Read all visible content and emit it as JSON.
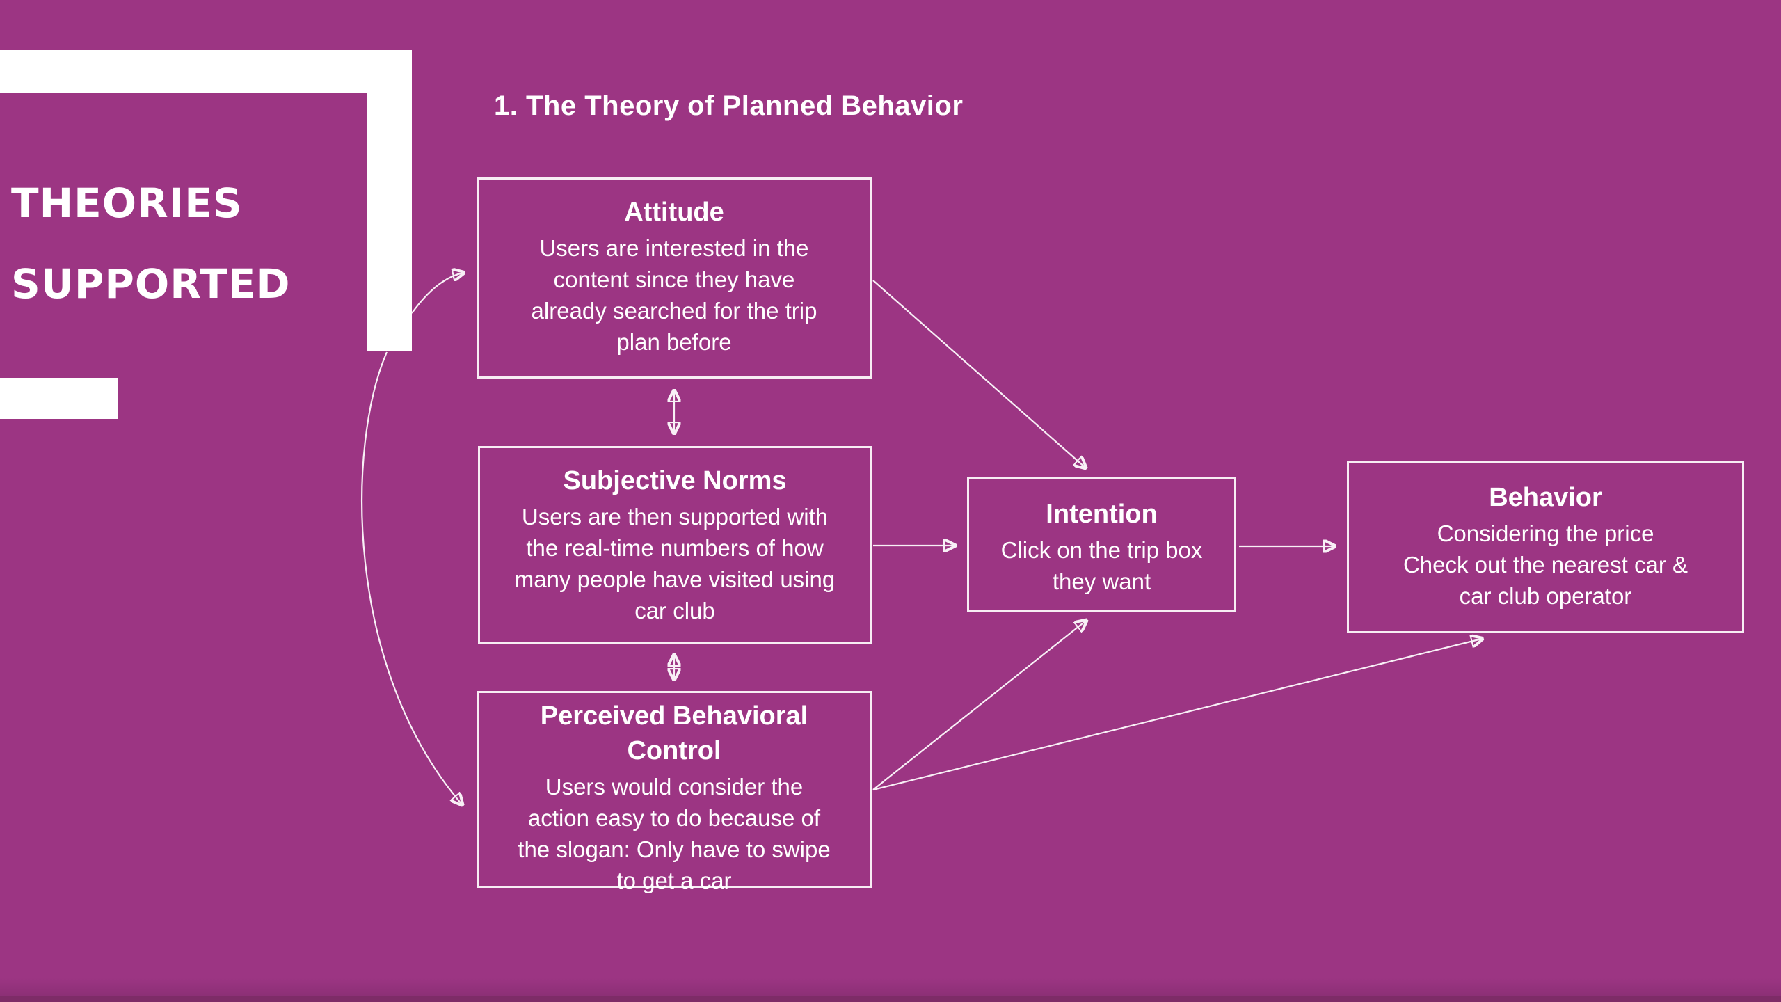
{
  "page": {
    "background_color": "#9C3583",
    "line_color": "#F8F0F6",
    "text_color": "#FFFFFF",
    "bottom_strip_color": "#7D2C67"
  },
  "sidebar": {
    "headline": "THEORIES\nSUPPORTED"
  },
  "header": {
    "title": "1. The Theory of Planned Behavior"
  },
  "diagram": {
    "nodes": {
      "attitude": {
        "heading": "Attitude",
        "body": "Users are interested in the\ncontent since they have\nalready searched for the trip\nplan before"
      },
      "subjective_norms": {
        "heading": "Subjective Norms",
        "body": "Users are then supported with\nthe real-time numbers of how\nmany people have visited using\ncar club"
      },
      "perceived_behavioral_control": {
        "heading": "Perceived Behavioral\nControl",
        "body": "Users would consider the\naction easy to do because of\nthe slogan: Only have to swipe\nto get a car"
      },
      "intention": {
        "heading": "Intention",
        "body": "Click on the trip box\nthey want"
      },
      "behavior": {
        "heading": "Behavior",
        "body": "Considering the price\nCheck out the nearest car &\ncar club operator"
      }
    },
    "edges": [
      {
        "from": "theories-bracket",
        "to": "attitude",
        "style": "curved-arrow"
      },
      {
        "from": "theories-bracket",
        "to": "perceived-behavioral-control",
        "style": "curved-arrow"
      },
      {
        "from": "attitude",
        "to": "subjective-norms",
        "style": "double-headed-arrow"
      },
      {
        "from": "subjective-norms",
        "to": "perceived-behavioral-control",
        "style": "double-headed-arrow"
      },
      {
        "from": "attitude",
        "to": "intention",
        "style": "arrow"
      },
      {
        "from": "subjective-norms",
        "to": "intention",
        "style": "arrow"
      },
      {
        "from": "perceived-behavioral-control",
        "to": "intention",
        "style": "arrow"
      },
      {
        "from": "perceived-behavioral-control",
        "to": "behavior",
        "style": "arrow"
      },
      {
        "from": "intention",
        "to": "behavior",
        "style": "arrow"
      }
    ]
  }
}
